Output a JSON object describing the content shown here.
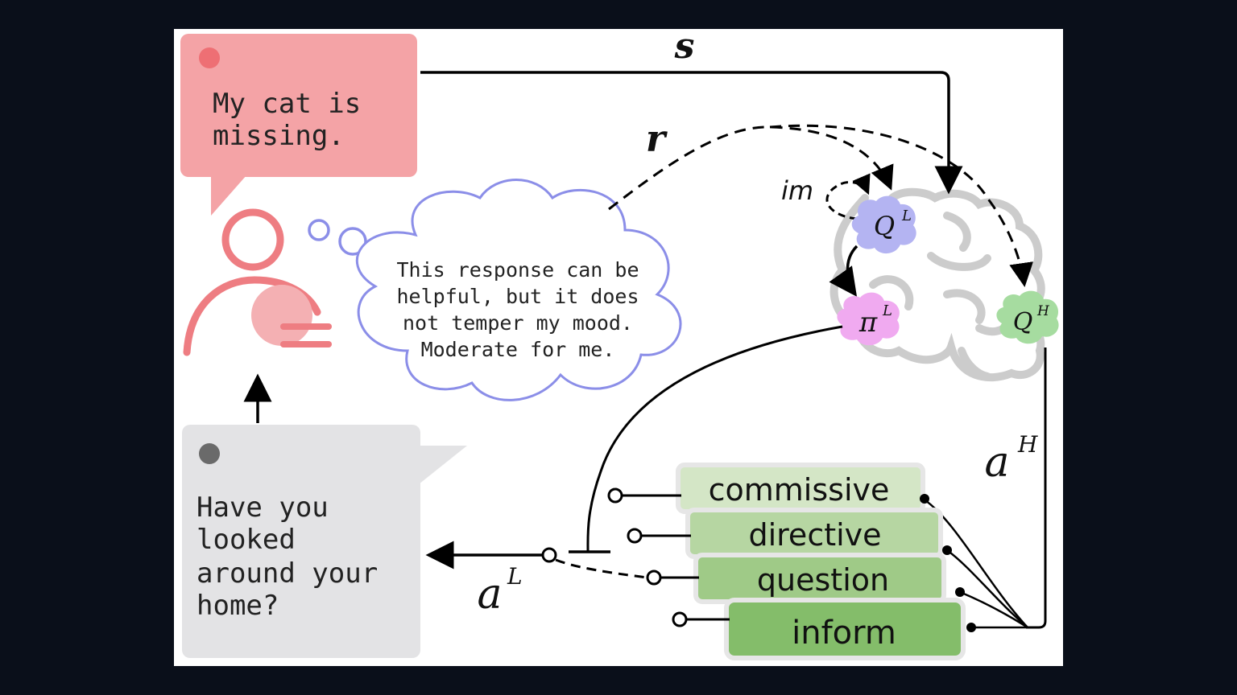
{
  "user_bubble": {
    "line1": "My cat is",
    "line2": "missing."
  },
  "thought_bubble": {
    "line1": "This response can be",
    "line2": "helpful, but it does",
    "line3": "not temper my mood.",
    "line4": "Moderate for me."
  },
  "agent_bubble": {
    "line1": "Have you",
    "line2": "looked",
    "line3": "around your",
    "line4": "home?"
  },
  "labels": {
    "s": "s",
    "r": "r",
    "im": "im",
    "q_low": "Q",
    "q_low_sup": "L",
    "pi_low": "π",
    "pi_low_sup": "L",
    "q_high": "Q",
    "q_high_sup": "H",
    "a_high": "a",
    "a_high_sup": "H",
    "a_low": "a",
    "a_low_sup": "L"
  },
  "dialogue_acts": [
    "commissive",
    "directive",
    "question",
    "inform"
  ],
  "colors": {
    "user": "#f4a3a6",
    "user_icon": "#ee7d82",
    "thought_border": "#8b8ee8",
    "agent": "#e3e3e5",
    "q_low": "#b4b4f2",
    "pi_low": "#f0aaf0",
    "q_high": "#a6dca0",
    "act_1": "#d4e6c6",
    "act_2": "#b6d6a2",
    "act_3": "#9fca87",
    "act_4": "#84bd6a"
  }
}
